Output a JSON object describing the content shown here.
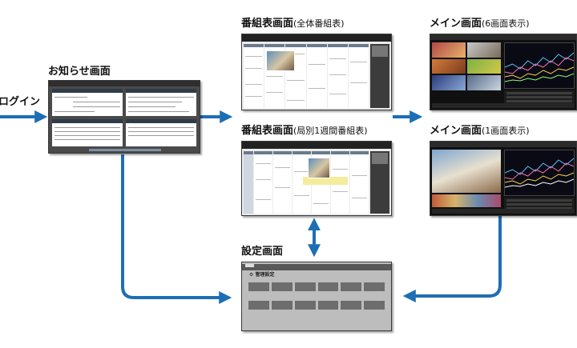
{
  "labels": {
    "login": "ログイン",
    "notice": "お知らせ画面",
    "epg_all_title": "番組表画面",
    "epg_all_sub": "(全体番組表)",
    "epg_station_title": "番組表画面",
    "epg_station_sub": "(局別1週間番組表)",
    "main6_title": "メイン画面",
    "main6_sub": "(6画面表示)",
    "main1_title": "メイン画面",
    "main1_sub": "(1画面表示)",
    "settings": "設定画面"
  },
  "settings_screen": {
    "heading": "管理設定"
  },
  "colors": {
    "arrow": "#1e6eb5",
    "chart_lines": [
      "#5ec6ff",
      "#ff6fb0",
      "#ffd84a",
      "#8cff7a",
      "#ffffff"
    ]
  }
}
